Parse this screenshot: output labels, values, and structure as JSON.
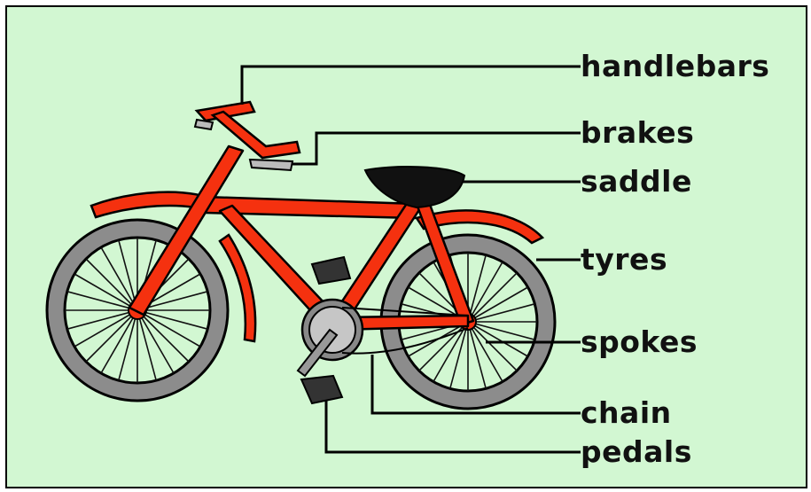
{
  "colors": {
    "background": "#d2f7d2",
    "frame": "#e8e8e8",
    "bike_frame": "#f5310f",
    "tyre": "#8c8c8c",
    "outline": "#000000",
    "saddle": "#111111",
    "crank_disc": "#c6c6c6",
    "pedal": "#333333"
  },
  "labels": {
    "handlebars": "handlebars",
    "brakes": "brakes",
    "saddle": "saddle",
    "tyres": "tyres",
    "spokes": "spokes",
    "chain": "chain",
    "pedals": "pedals"
  }
}
